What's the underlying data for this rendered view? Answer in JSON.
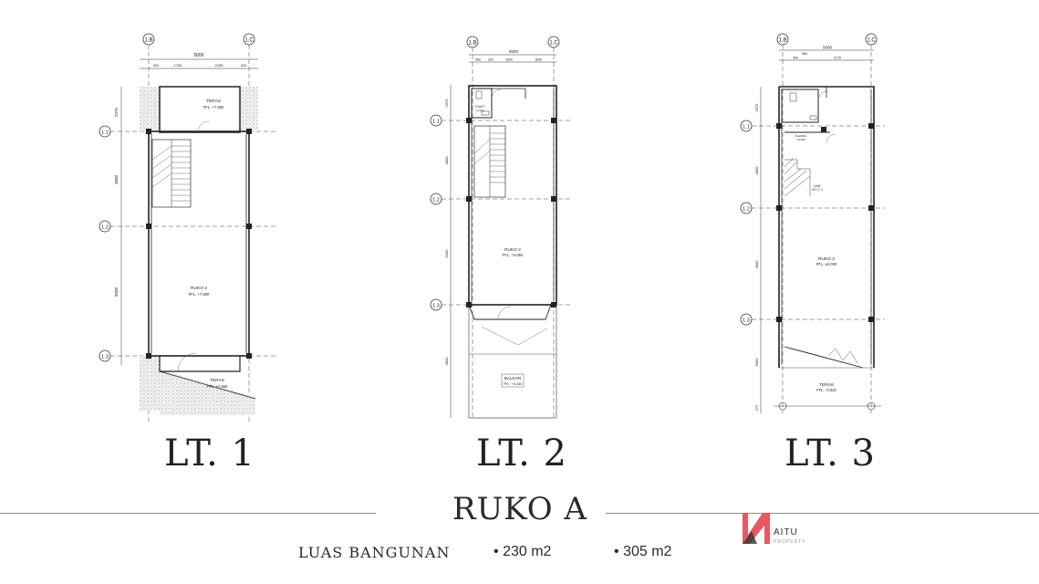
{
  "floors": [
    {
      "label": "LT. 1",
      "grid": {
        "left": "1.B",
        "right": "1.C",
        "rows": [
          "1.1",
          "1.2",
          "1.3"
        ]
      },
      "dims": {
        "total": "5000",
        "seg1": "320",
        "seg2": "1765",
        "seg3": "2185",
        "seg4": "320",
        "v1": "2375",
        "v2": "4800",
        "v3": "6500"
      },
      "rooms": [
        {
          "name": "TERAS",
          "level": "FFL. +7.580"
        },
        {
          "name": "RUKO 2",
          "level": "FFL. +7.600"
        },
        {
          "name": "TERAS",
          "level": "FFL. +7.580"
        }
      ]
    },
    {
      "label": "LT. 2",
      "grid": {
        "left": "1.B",
        "right": "1.C",
        "rows": [
          "1.1",
          "1.2",
          "1.3"
        ]
      },
      "dims": {
        "total": "5000",
        "seg1": "960",
        "seg2": "320",
        "seg3": "1600",
        "seg4": "1650",
        "v1": "2375",
        "v2": "4800",
        "v3": "5000",
        "v4": "4800"
      },
      "rooms": [
        {
          "name": "TOILET",
          "level": "+4.030"
        },
        {
          "name": "RUKO 2",
          "level": "FFL. +4.050"
        },
        {
          "name": "BALKON",
          "level": "FFL. +4.030"
        }
      ]
    },
    {
      "label": "LT. 3",
      "grid": {
        "left": "1.B",
        "right": "1.C",
        "rows": [
          "1.1",
          "1.2",
          "1.3"
        ]
      },
      "dims": {
        "total": "5000",
        "seg1": "960",
        "seg2": "560",
        "seg3": "3715",
        "v1": "2375",
        "v2": "4800",
        "v3": "4800",
        "v4": "5000",
        "v5": "275"
      },
      "rooms": [
        {
          "name": "SLEDING",
          "level": "+0.000"
        },
        {
          "name": "NAIK",
          "level": "KE LT. 2"
        },
        {
          "name": "RUKO 2",
          "level": "FFL. ±0.000"
        },
        {
          "name": "TERAS",
          "level": "FFL. -0.020"
        }
      ]
    }
  ],
  "title": "RUKO A",
  "footer": {
    "label": "LUAS BANGUNAN",
    "values": [
      "230 m2",
      "305 m2"
    ]
  },
  "logo": {
    "text": "AITU",
    "sub": "PROPERTY",
    "color": "#e8505b"
  }
}
